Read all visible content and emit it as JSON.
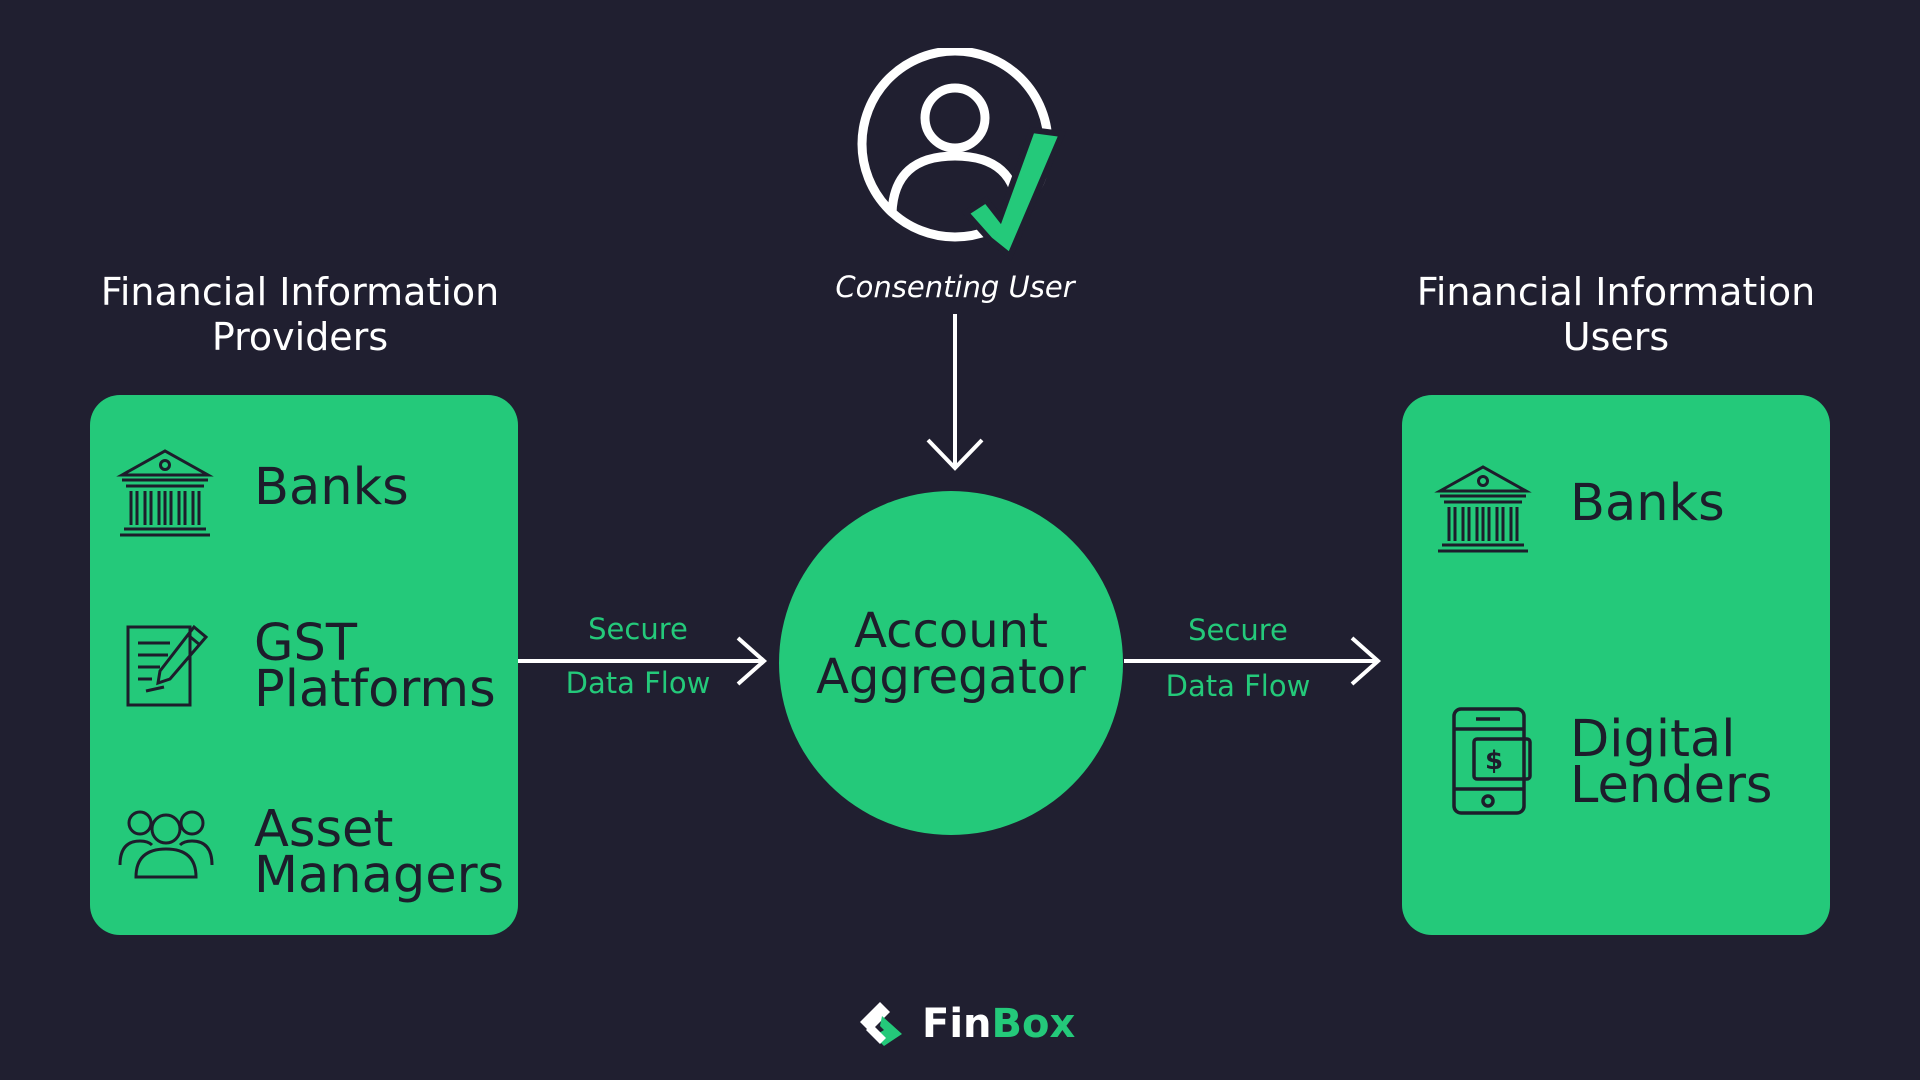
{
  "colors": {
    "background": "#201f30",
    "accent": "#24c97a",
    "text_dark": "#1d1d2b",
    "text_light": "#ffffff"
  },
  "providers": {
    "heading_line1": "Financial Information",
    "heading_line2": "Providers",
    "items": [
      {
        "icon": "bank-icon",
        "line1": "Banks",
        "line2": ""
      },
      {
        "icon": "document-pen-icon",
        "line1": "GST",
        "line2": "Platforms"
      },
      {
        "icon": "people-group-icon",
        "line1": "Asset",
        "line2": "Managers"
      }
    ]
  },
  "users": {
    "heading_line1": "Financial Information",
    "heading_line2": "Users",
    "items": [
      {
        "icon": "bank-icon",
        "line1": "Banks",
        "line2": ""
      },
      {
        "icon": "mobile-payment-icon",
        "line1": "Digital",
        "line2": "Lenders"
      }
    ]
  },
  "consenting_user": {
    "icon": "user-check-icon",
    "label": "Consenting User"
  },
  "aggregator": {
    "line1": "Account",
    "line2": "Aggregator"
  },
  "flows": {
    "left": {
      "line1": "Secure",
      "line2": "Data Flow"
    },
    "right": {
      "line1": "Secure",
      "line2": "Data Flow"
    }
  },
  "brand": {
    "part1": "Fin",
    "part2": "Box",
    "icon": "finbox-logo-icon"
  }
}
